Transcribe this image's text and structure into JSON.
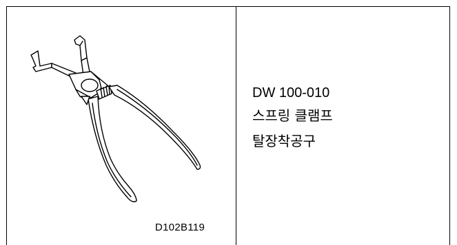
{
  "tool": {
    "part_number": "DW 100-010",
    "name_line1": "스프링 클램프",
    "name_line2": "탈장착공구",
    "figure_code": "D102B119",
    "figure_icon": "spring-clamp-pliers-icon"
  }
}
